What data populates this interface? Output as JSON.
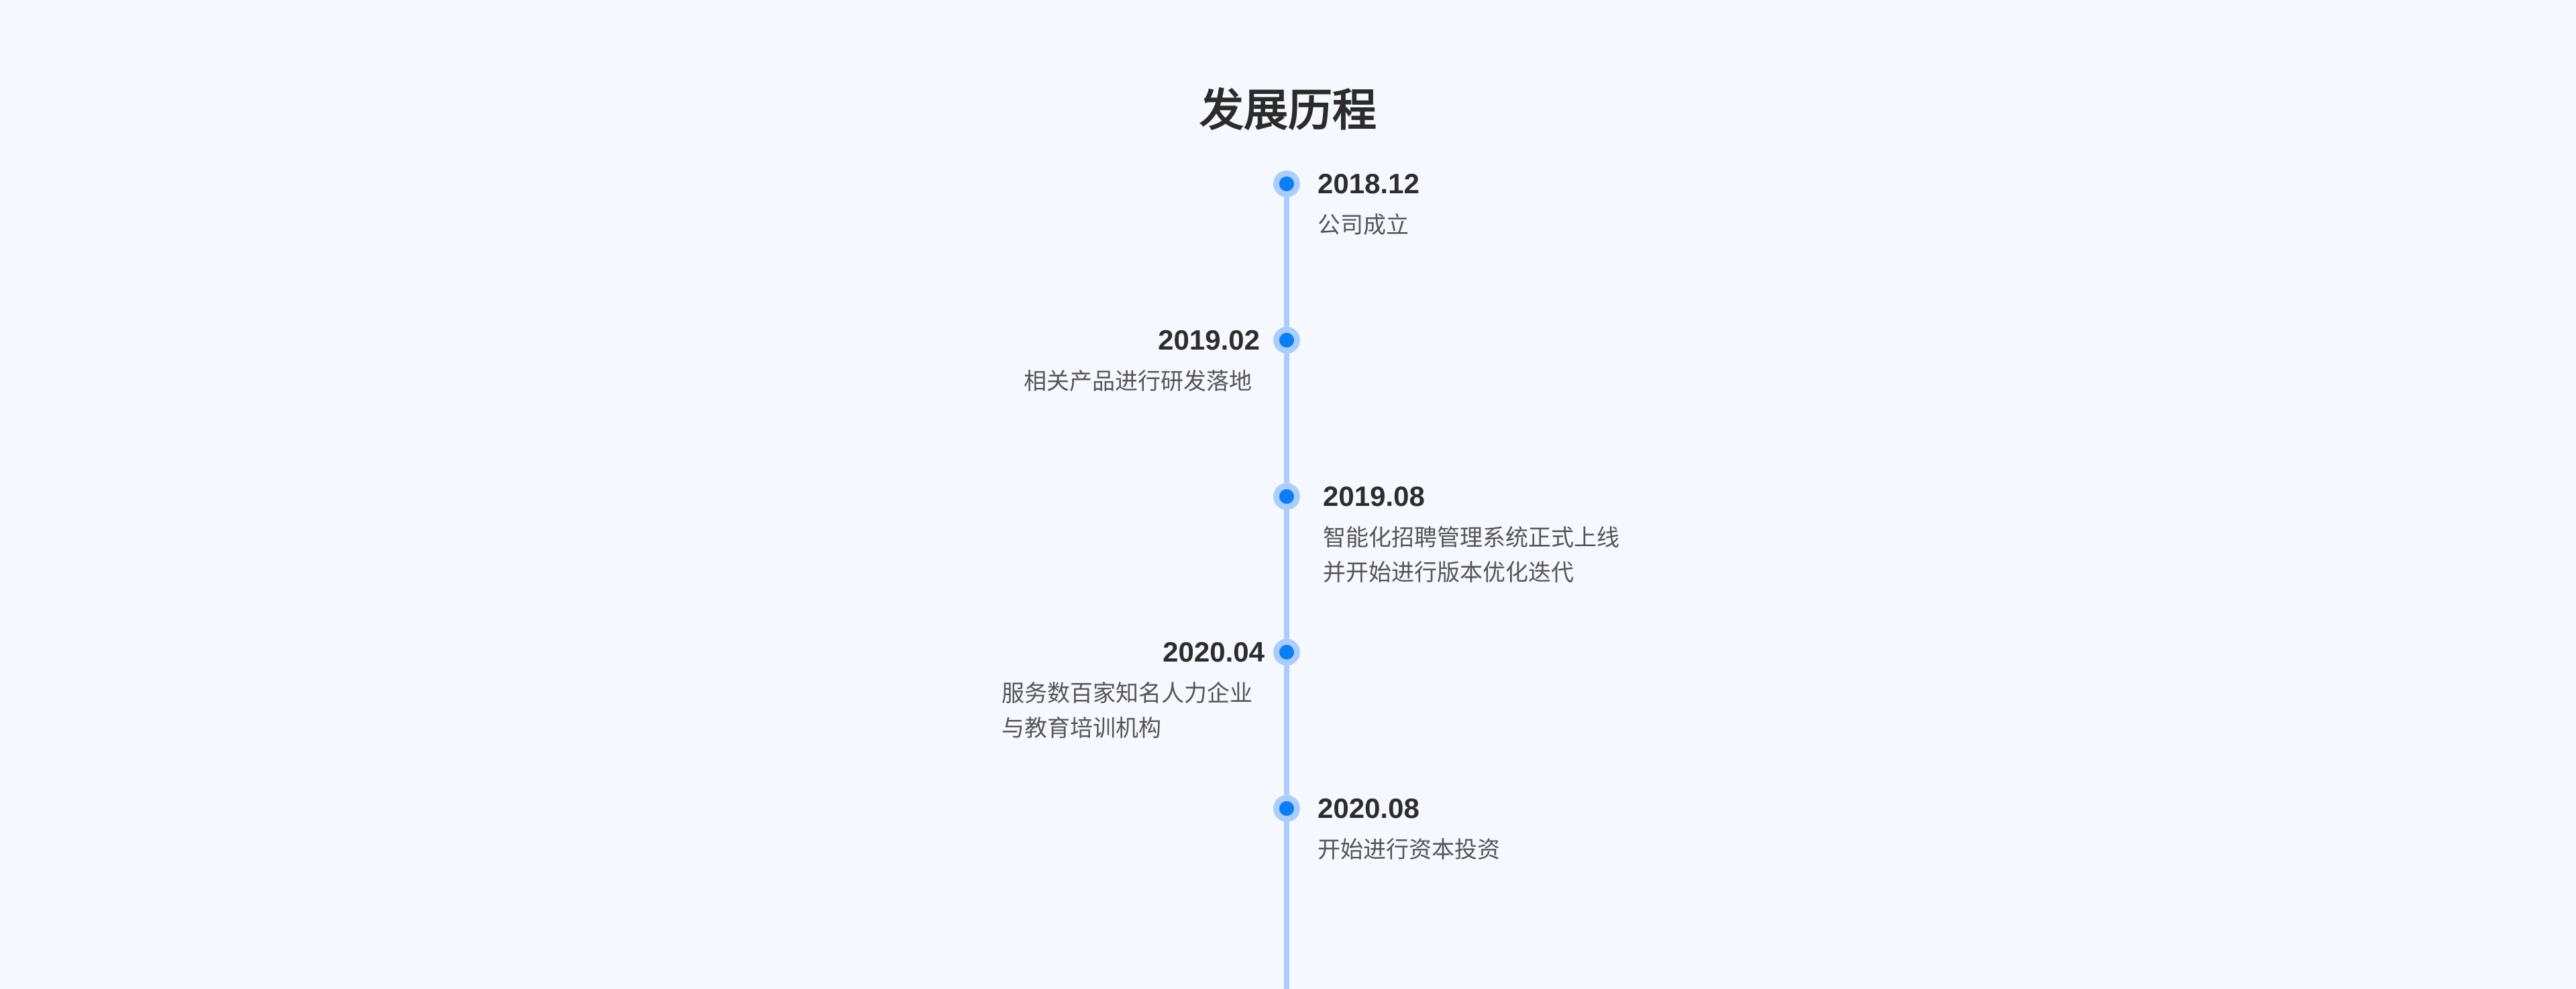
{
  "title": "发展历程",
  "colors": {
    "background": "#f5f8ff",
    "line": "#aacdfb",
    "dot": "#0b7ef6"
  },
  "events": [
    {
      "date": "2018.12",
      "desc": "公司成立",
      "side": "right"
    },
    {
      "date": "2019.02",
      "desc": "相关产品进行研发落地",
      "side": "left"
    },
    {
      "date": "2019.08",
      "desc": "智能化招聘管理系统正式上线\n并开始进行版本优化迭代",
      "side": "right"
    },
    {
      "date": "2020.04",
      "desc": "服务数百家知名人力企业\n与教育培训机构",
      "side": "left"
    },
    {
      "date": "2020.08",
      "desc": "开始进行资本投资",
      "side": "right"
    }
  ]
}
